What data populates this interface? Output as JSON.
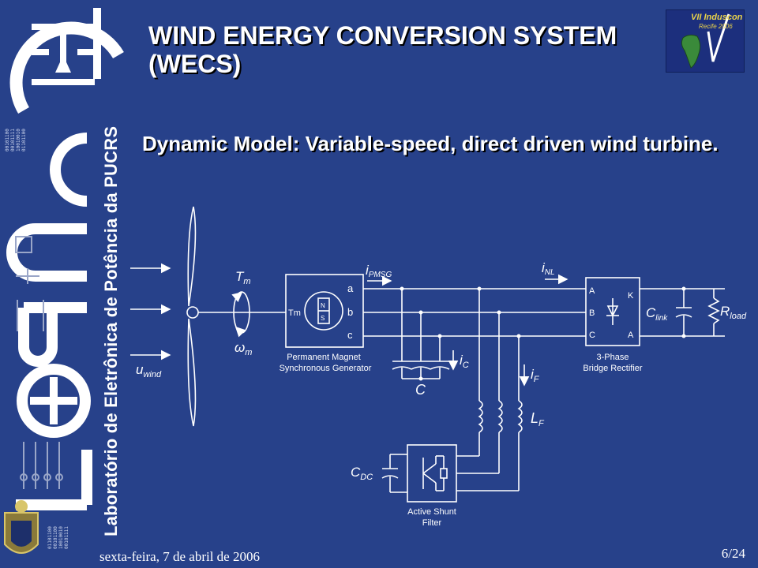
{
  "slide": {
    "title_line1": "WIND ENERGY CONVERSION SYSTEM",
    "title_line2": "(WECS)",
    "subtitle": "Dynamic Model: Variable-speed, direct driven wind turbine.",
    "footer_date": "sexta-feira, 7 de abril de 2006",
    "page_number": "6/24"
  },
  "sidebar": {
    "vertical_label": "Laboratório de Eletrônica de Potência da PUCRS",
    "logo_letters": [
      "L",
      "P",
      "U",
      "C"
    ],
    "binary_codes": [
      "00101100",
      "00101111",
      "10010010",
      "01101100"
    ]
  },
  "conference_logo": {
    "title": "VII Induscon",
    "subtitle": "Recife 2006"
  },
  "diagram": {
    "wind_label": "u",
    "wind_sub": "wind",
    "torque_label": "T",
    "torque_sub": "m",
    "omega_label": "ω",
    "omega_sub": "m",
    "generator_inner": "Tm",
    "phases": [
      "a",
      "b",
      "c"
    ],
    "magnet_n": "N",
    "magnet_s": "S",
    "generator_caption_1": "Permanent Magnet",
    "generator_caption_2": "Synchronous Generator",
    "i_pmsg": "i",
    "i_pmsg_sub": "PMSG",
    "i_nl": "i",
    "i_nl_sub": "NL",
    "i_c": "i",
    "i_c_sub": "C",
    "cap_label": "C",
    "i_f": "i",
    "i_f_sub": "F",
    "lf": "L",
    "lf_sub": "F",
    "rectifier_labels": [
      "A",
      "B",
      "C",
      "K",
      "A"
    ],
    "rectifier_caption_1": "3-Phase",
    "rectifier_caption_2": "Bridge Rectifier",
    "clink": "C",
    "clink_sub": "link",
    "rload": "R",
    "rload_sub": "load",
    "cdc": "C",
    "cdc_sub": "DC",
    "filter_caption_1": "Active Shunt",
    "filter_caption_2": "Filter"
  },
  "colors": {
    "background": "#27418a",
    "line": "#ffffff",
    "text": "#ffffff",
    "logo_yellow": "#e8d24a"
  }
}
